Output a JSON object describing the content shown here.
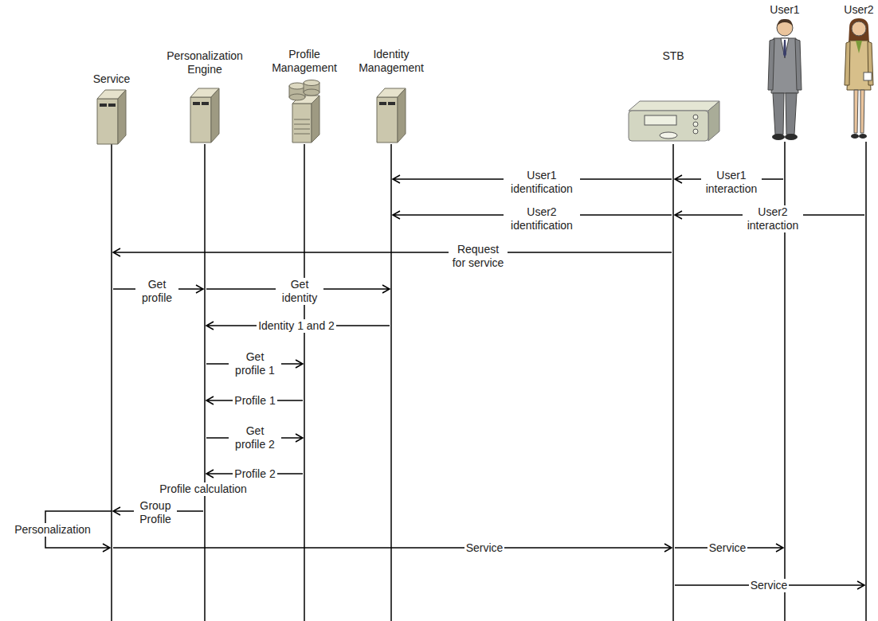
{
  "diagram": {
    "nodes": [
      {
        "text": [
          "Service"
        ]
      },
      {
        "text": [
          "Personalization Engine"
        ]
      },
      {
        "text": [
          "Profile Management"
        ]
      },
      {
        "text": [
          "Identity Management"
        ]
      },
      {
        "text": [
          "STB"
        ]
      },
      {
        "text": [
          "User1"
        ]
      },
      {
        "text": [
          "User2"
        ]
      }
    ],
    "edges": [
      {
        "from": 5,
        "to": 4,
        "label": "User1 interaction",
        "arrow": "to"
      },
      {
        "from": 4,
        "to": 3,
        "label": "User1 identification",
        "arrow": "to"
      },
      {
        "from": 6,
        "to": 4,
        "label": "User2 interaction",
        "arrow": "to"
      },
      {
        "from": 4,
        "to": 3,
        "label": "User2 identification",
        "arrow": "to"
      },
      {
        "from": 4,
        "to": 0,
        "label": "Request for service",
        "arrow": "to"
      },
      {
        "from": 0,
        "to": 1,
        "label": "Get profile",
        "arrow": "to"
      },
      {
        "from": 1,
        "to": 3,
        "label": "Get identity",
        "arrow": "to"
      },
      {
        "from": 3,
        "to": 1,
        "label": "Identity 1 and 2",
        "arrow": "to"
      },
      {
        "from": 1,
        "to": 2,
        "label": "Get profile 1",
        "arrow": "to"
      },
      {
        "from": 2,
        "to": 1,
        "label": "Profile 1",
        "arrow": "to"
      },
      {
        "from": 1,
        "to": 2,
        "label": "Get profile 2",
        "arrow": "to"
      },
      {
        "from": 2,
        "to": 1,
        "label": "Profile 2",
        "arrow": "to"
      },
      {
        "from": 1,
        "to": 0,
        "label": "Group Profile",
        "arrow": "to"
      },
      {
        "from": 0,
        "to": 0,
        "label": "Personalization",
        "arrow": "to"
      },
      {
        "from": 0,
        "to": 4,
        "label": "Service",
        "arrow": "to"
      },
      {
        "from": 4,
        "to": 5,
        "label": "Service",
        "arrow": "to"
      },
      {
        "from": 4,
        "to": 6,
        "label": "Service",
        "arrow": "to"
      }
    ],
    "labels": [
      "Profile calculation"
    ]
  }
}
